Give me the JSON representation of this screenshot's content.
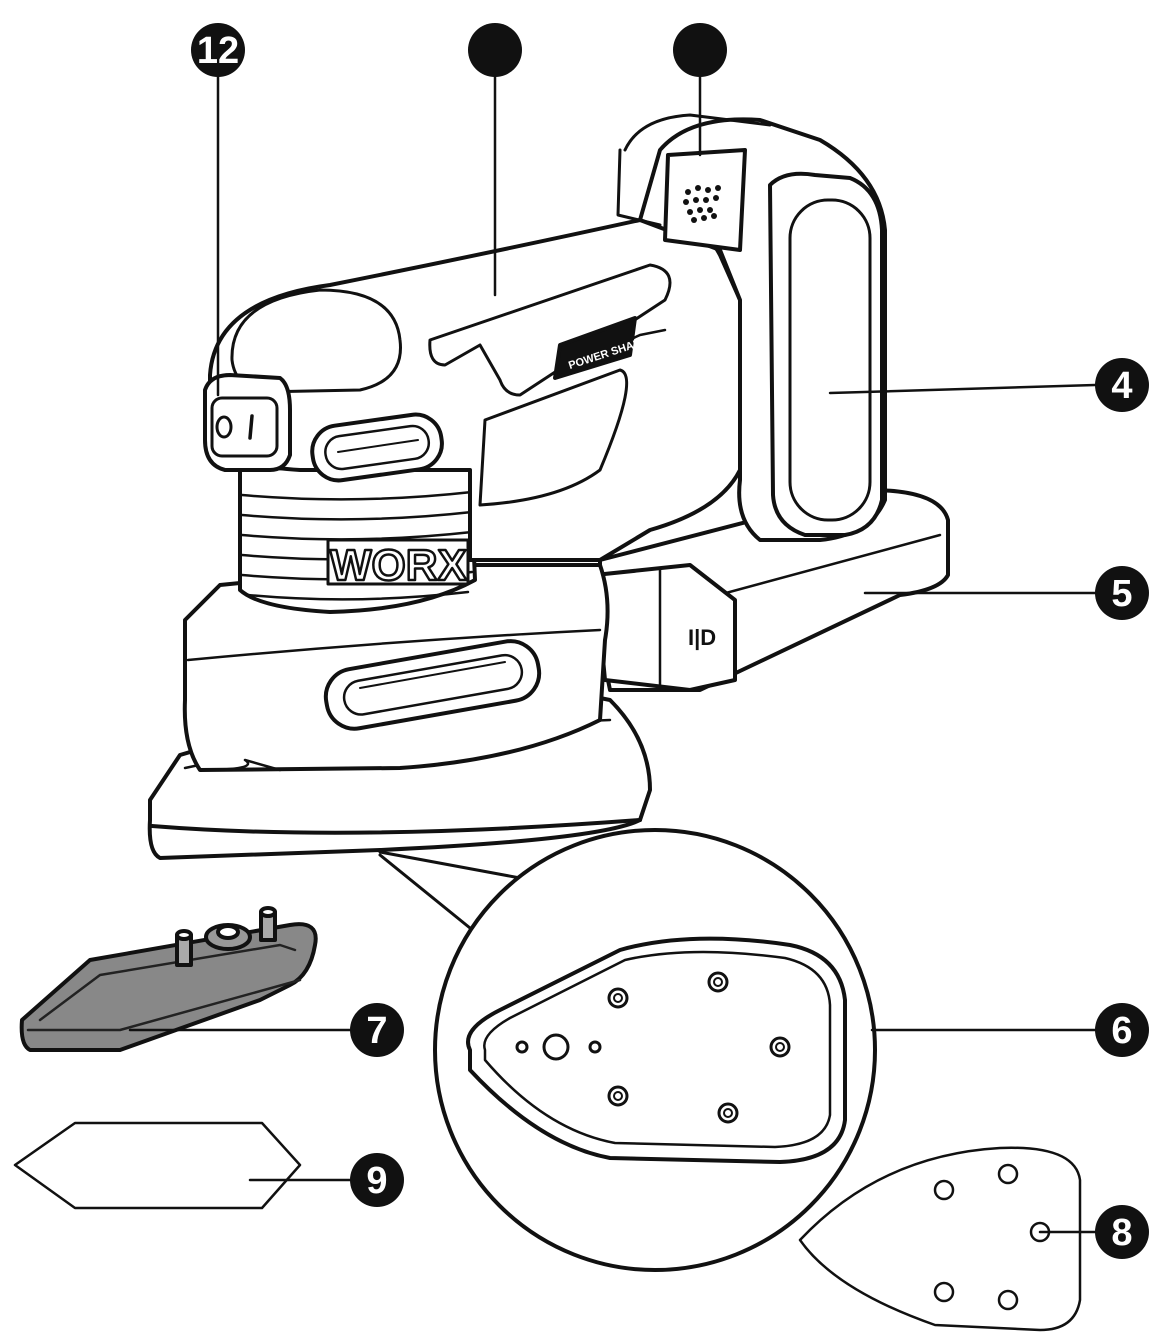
{
  "diagram": {
    "callouts": [
      {
        "id": "c1",
        "label": "12"
      },
      {
        "id": "c2",
        "label": ""
      },
      {
        "id": "c3",
        "label": ""
      },
      {
        "id": "c4",
        "label": "4"
      },
      {
        "id": "c5",
        "label": "5"
      },
      {
        "id": "c6",
        "label": "6"
      },
      {
        "id": "c7",
        "label": "7"
      },
      {
        "id": "c8",
        "label": "8"
      },
      {
        "id": "c9",
        "label": "9"
      }
    ],
    "brand_logo": "WORX",
    "badge_text": "POWER SHARE",
    "switch_symbols": {
      "off": "O",
      "on": "I"
    }
  }
}
